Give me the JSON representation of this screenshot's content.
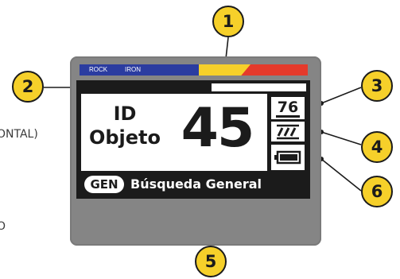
{
  "side_notes": [
    {
      "text": "ONTAL)"
    },
    {
      "text": "O"
    }
  ],
  "discrimination_strip": {
    "labels": [
      "ROCK",
      "IRON"
    ],
    "colors": {
      "blue": "#2b3ca0",
      "yellow": "#f6d02a",
      "red": "#e53a2b"
    }
  },
  "display": {
    "signal_meter_fraction": 0.58,
    "id_label_line1": "ID",
    "id_label_line2": "Objeto",
    "target_id": "45",
    "sensitivity": "76",
    "ground_mode_icon": "ground-balance-icon",
    "battery_icon": "battery-icon",
    "mode_short": "GEN",
    "mode_name": "Búsqueda General"
  },
  "callouts": [
    "1",
    "2",
    "3",
    "4",
    "5",
    "6"
  ],
  "colors": {
    "device_body": "#858585",
    "screen": "#1b1b1b",
    "callout_fill": "#f6d02a"
  }
}
